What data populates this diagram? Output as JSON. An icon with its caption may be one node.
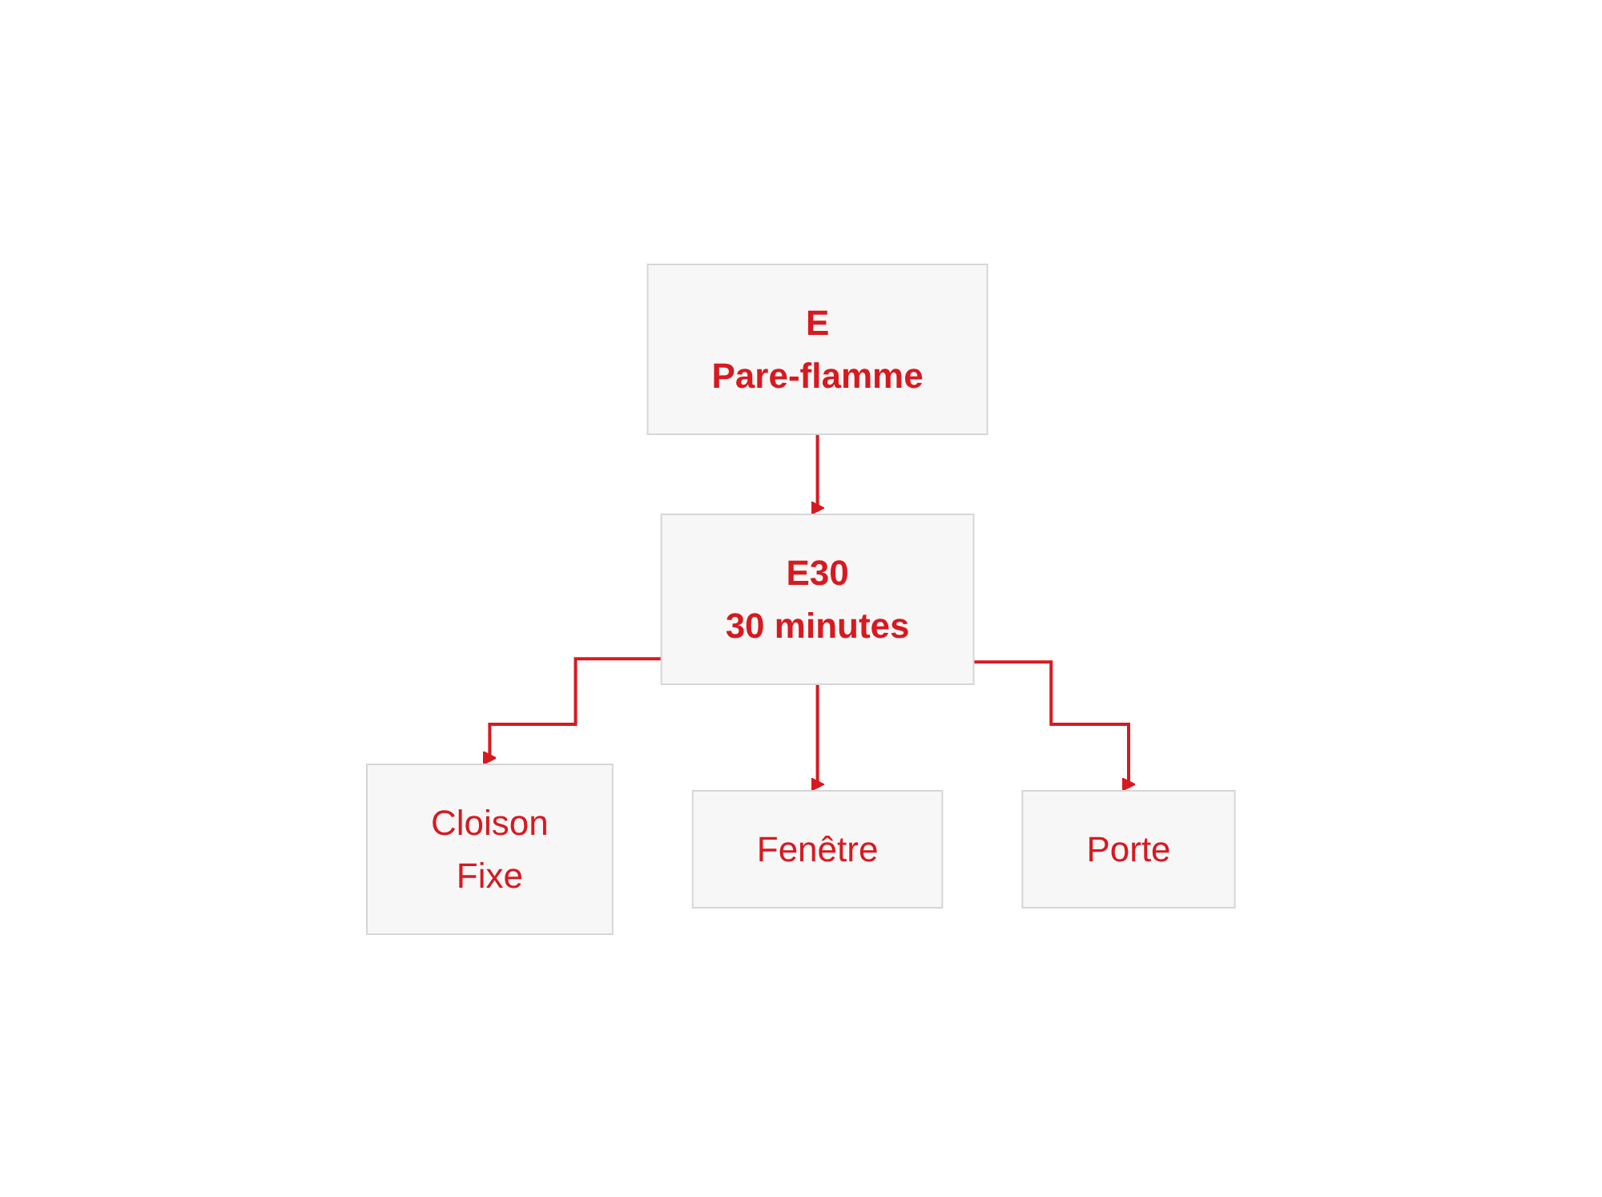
{
  "diagram": {
    "nodes": [
      {
        "text": [
          "E",
          "Pare-flamme"
        ]
      },
      {
        "text": [
          "E30",
          "30 minutes"
        ]
      },
      {
        "text": [
          "Cloison",
          "Fixe"
        ]
      },
      {
        "text": [
          "Fenêtre"
        ]
      },
      {
        "text": [
          "Porte"
        ]
      }
    ],
    "edges": [
      {
        "from": 0,
        "to": 1,
        "arrow": "to"
      },
      {
        "from": 1,
        "to": 2,
        "arrow": "to"
      },
      {
        "from": 1,
        "to": 3,
        "arrow": "to"
      },
      {
        "from": 1,
        "to": 4,
        "arrow": "to"
      }
    ]
  }
}
